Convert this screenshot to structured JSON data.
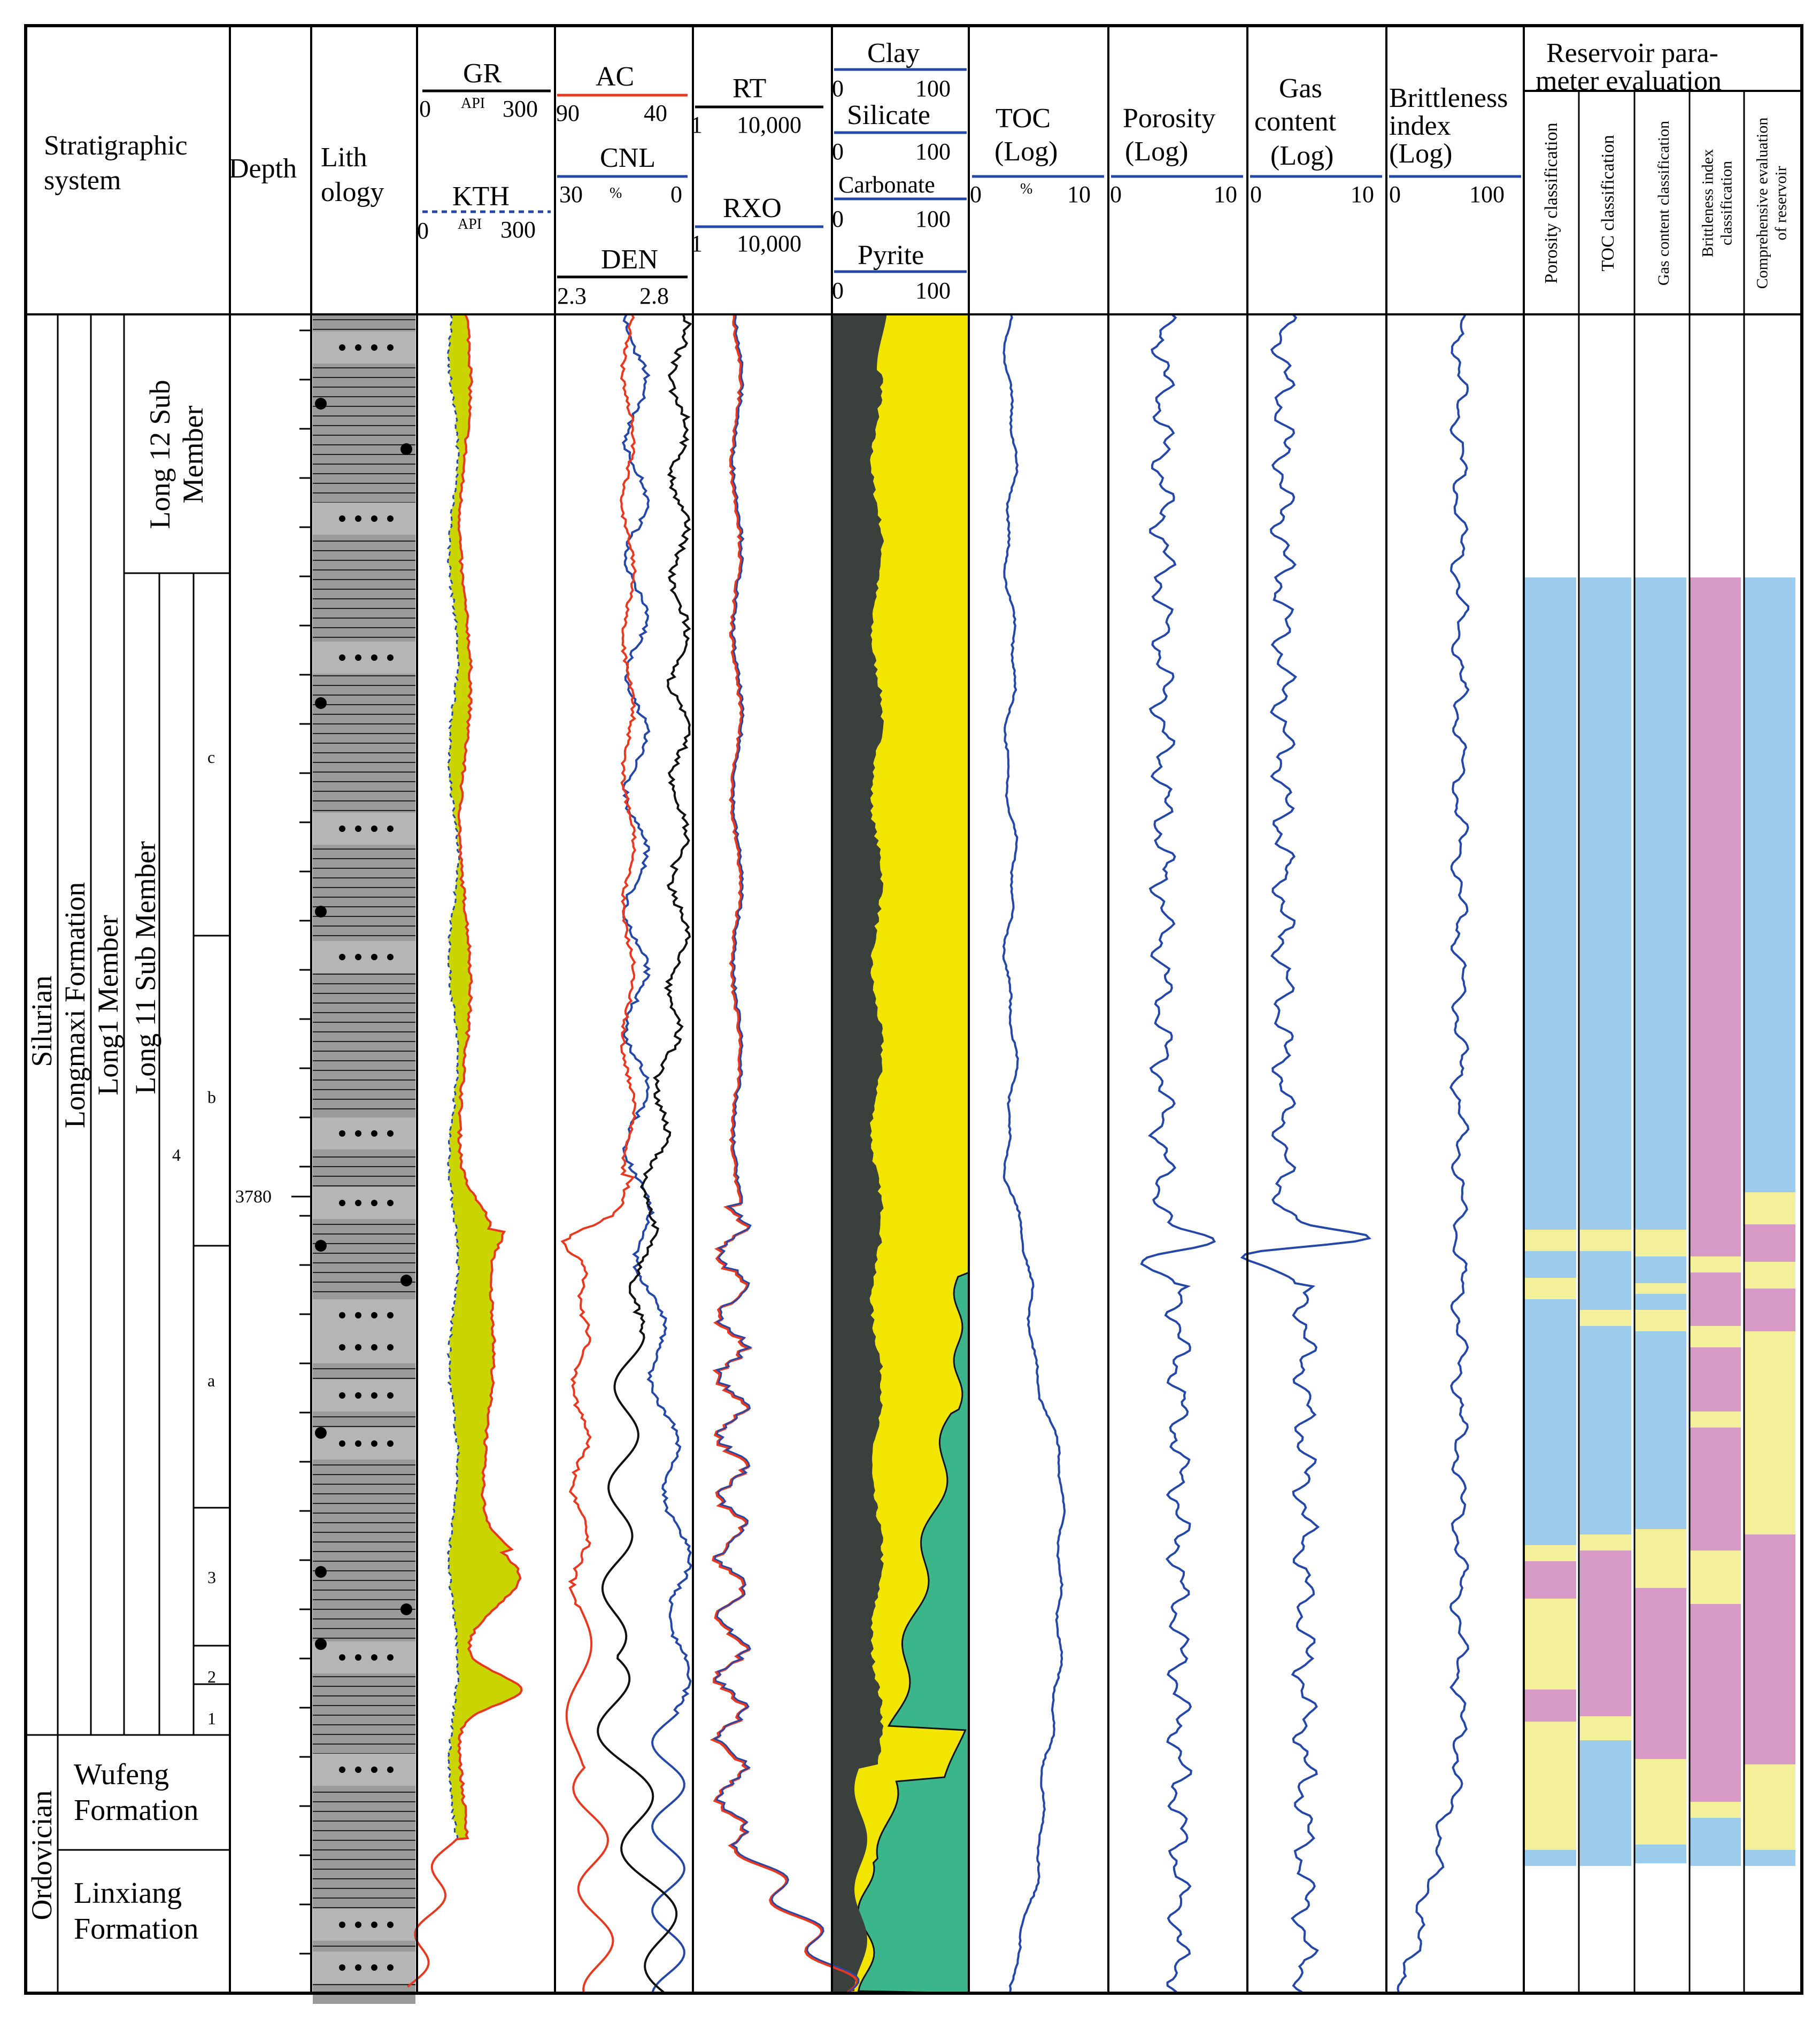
{
  "headers": {
    "stratigraphic": "Stratigraphic system",
    "depth": "Depth",
    "lithology": "Lith ology",
    "gr": {
      "name": "GR",
      "min": "0",
      "unit": "API",
      "max": "300"
    },
    "kth": {
      "name": "KTH",
      "min": "0",
      "unit": "API",
      "max": "300"
    },
    "ac": {
      "name": "AC",
      "min": "90",
      "max": "40"
    },
    "cnl": {
      "name": "CNL",
      "min": "30",
      "unit": "%",
      "max": "0"
    },
    "den": {
      "name": "DEN",
      "min": "2.3",
      "max": "2.8"
    },
    "rt": {
      "name": "RT",
      "min": "1",
      "max": "10,000"
    },
    "rxo": {
      "name": "RXO",
      "min": "1",
      "max": "10,000"
    },
    "clay": {
      "name": "Clay",
      "min": "0",
      "max": "100"
    },
    "silicate": {
      "name": "Silicate",
      "min": "0",
      "max": "100"
    },
    "carbonate": {
      "name": "Carbonate",
      "min": "0",
      "max": "100"
    },
    "pyrite": {
      "name": "Pyrite",
      "min": "0",
      "max": "100"
    },
    "toc": {
      "name": "TOC",
      "sub": "(Log)",
      "min": "0",
      "unit": "%",
      "max": "10"
    },
    "porosity": {
      "name": "Porosity",
      "sub": "(Log)",
      "min": "0",
      "max": "10"
    },
    "gas": {
      "name": "Gas",
      "name2": "content",
      "sub": "(Log)",
      "min": "0",
      "max": "10"
    },
    "brittle": {
      "name": "Brittleness",
      "name2": "index",
      "sub": "(Log)",
      "min": "0",
      "max": "100"
    },
    "reservoir": {
      "title1": "Reservoir para-",
      "title2": "meter evaluation",
      "cols": [
        "Porosity classification",
        "TOC classification",
        "Gas content classification",
        "Brittleness index classification",
        "Comprehensive evaluation of reservoir"
      ]
    }
  },
  "strat": {
    "system_silurian": "Silurian",
    "system_ordovician": "Ordovician",
    "formation": "Longmaxi Formation",
    "member": "Long1 Member",
    "sub12": "Long 12 Sub Member",
    "sub11": "Long 11 Sub Member",
    "wufeng": "Wufeng Formation",
    "linxiang": "Linxiang Formation",
    "layer_c": "c",
    "layer_b": "b",
    "layer_a": "a",
    "layer_4": "4",
    "layer_3": "3",
    "layer_2": "2",
    "layer_1": "1"
  },
  "depth_marker": "3780",
  "colors": {
    "blue": "#2548a8",
    "red": "#e8381f",
    "gr_fill": "#c9d400",
    "clay": "#3a403c",
    "silicate": "#f2e600",
    "carbonate": "#3bb58a",
    "res_blue": "#9ccbec",
    "res_yellow": "#f3ef9a",
    "res_pink": "#d79ac7",
    "lith_gray": "#9a9a9a"
  }
}
